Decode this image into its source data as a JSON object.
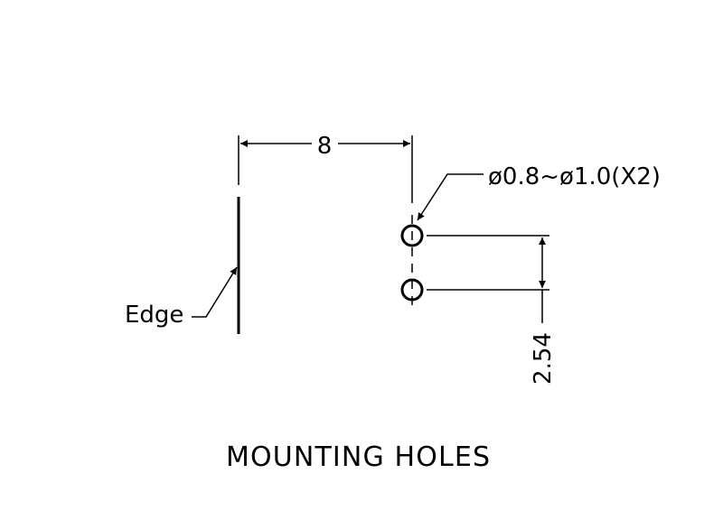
{
  "drawing": {
    "dimension_width": "8",
    "hole_callout": "ø0.8~ø1.0(X2)",
    "dimension_pitch": "2.54",
    "edge_label": "Edge",
    "title": "MOUNTING HOLES"
  },
  "colors": {
    "ink": "#000000",
    "background": "#ffffff"
  }
}
